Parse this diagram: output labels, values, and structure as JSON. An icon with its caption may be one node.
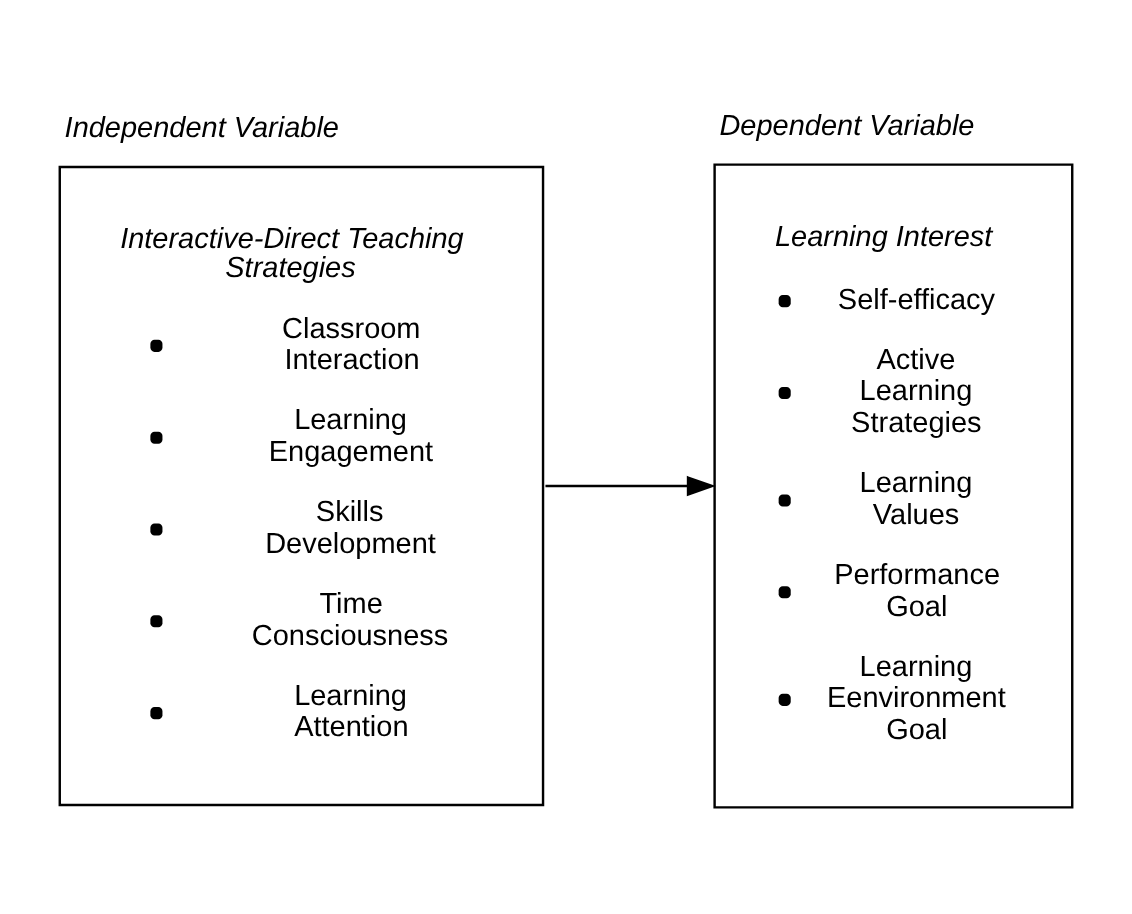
{
  "diagram": {
    "nodes": [
      {
        "text": [
          "Independent Variable",
          "Interactive-Direct Teaching Strategies",
          "Classroom Interaction",
          "Learning Engagement",
          "Skills Development",
          "Time Consciousness",
          "Learning Attention"
        ]
      },
      {
        "text": [
          "Dependent Variable",
          "Learning Interest",
          "Self-efficacy",
          "Active Learning Strategies",
          "Learning Values",
          "Performance Goal",
          "Learning Eenvironment Goal"
        ]
      }
    ],
    "edges": [
      {
        "from": 0,
        "to": 1,
        "arrow": "to"
      }
    ]
  }
}
